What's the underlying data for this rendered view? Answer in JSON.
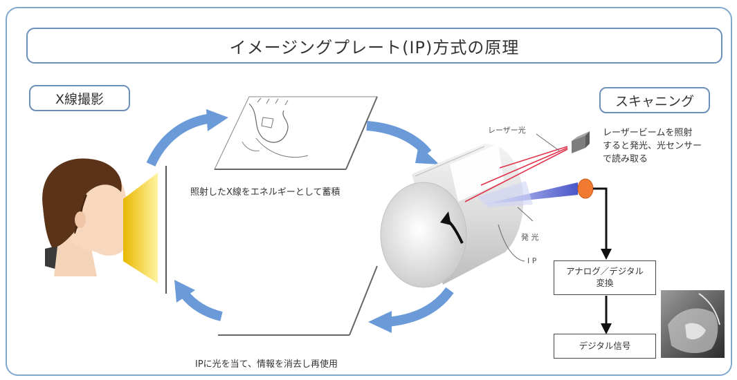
{
  "title": "イメージングプレート(IP)方式の原理",
  "labels": {
    "xray": "X線撮影",
    "scanning": "スキャニング"
  },
  "captions": {
    "accumulate": "照射したX線をエネルギーとして蓄積",
    "reuse": "IPに光を当て、情報を消去し再使用",
    "laser_light": "レーザー光",
    "laser_desc_1": "レーザービームを照射",
    "laser_desc_2": "すると発光、光センサー",
    "laser_desc_3": "で読み取る",
    "emission": "発 光",
    "ip": "I P"
  },
  "flow": {
    "convert_1": "アナログ／デジタル",
    "convert_2": "変換",
    "signal": "デジタル信号"
  },
  "colors": {
    "frame": "#7fa8cf",
    "arrow": "#6b9ad8",
    "xray_beam": "#f2c200",
    "laser": "#e0304a",
    "emission_light": "#3a46c8",
    "sensor": "#f07a30"
  }
}
